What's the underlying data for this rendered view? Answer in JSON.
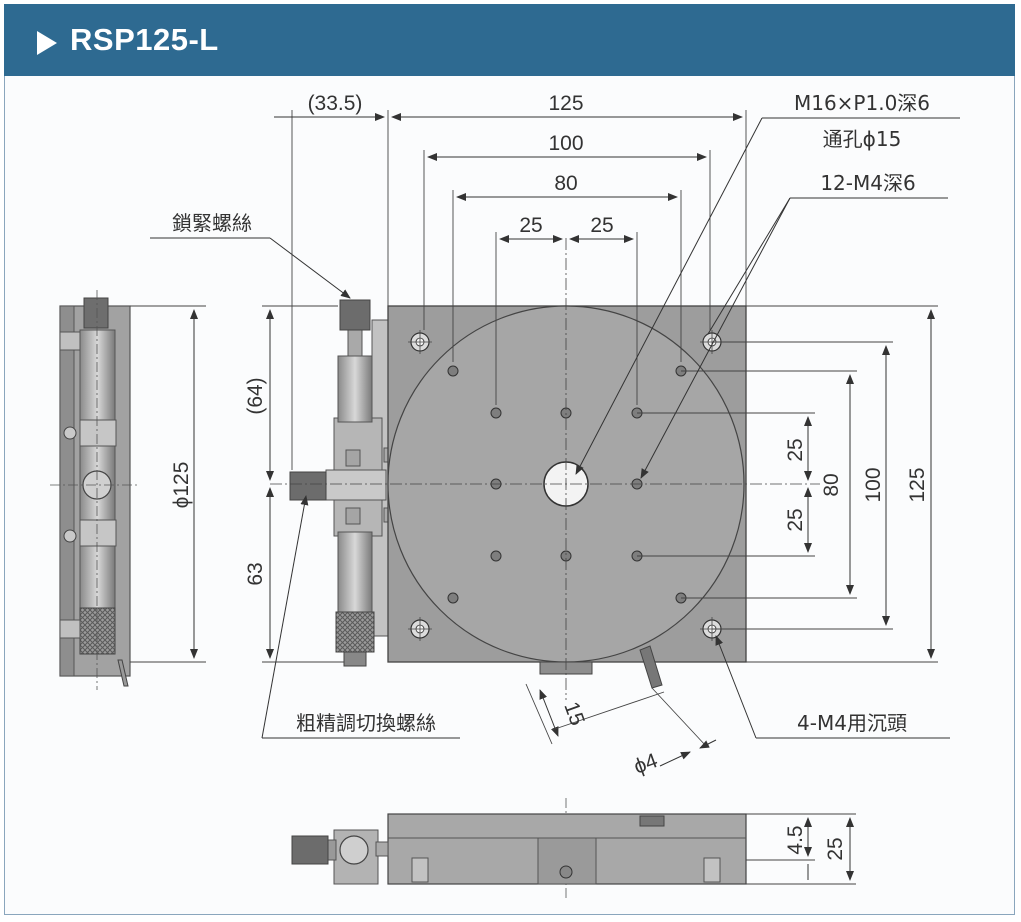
{
  "title": "RSP125-L",
  "colors": {
    "header": "#2e6a91",
    "plate": "#9b9b9b",
    "dim_line": "#444444"
  },
  "labels": {
    "lock_screw": "鎖緊螺絲",
    "coarse_fine_screw": "粗精調切換螺絲",
    "center_hole": "M16×P1.0深6",
    "through_hole": "通孔ϕ15",
    "tap_holes": "12-M4深6",
    "counterbore": "4-M4用沉頭"
  },
  "dims": {
    "d33_5": "(33.5)",
    "d125_top": "125",
    "d100_top": "100",
    "d80_top": "80",
    "d25_left": "25",
    "d25_right": "25",
    "d64": "(64)",
    "d63": "63",
    "dia125": "ϕ125",
    "r25_upper": "25",
    "r25_lower": "25",
    "r80": "80",
    "r100": "100",
    "r125": "125",
    "d15": "15",
    "phi4": "ϕ4",
    "d4_5": "4.5",
    "d25_bottom": "25"
  }
}
